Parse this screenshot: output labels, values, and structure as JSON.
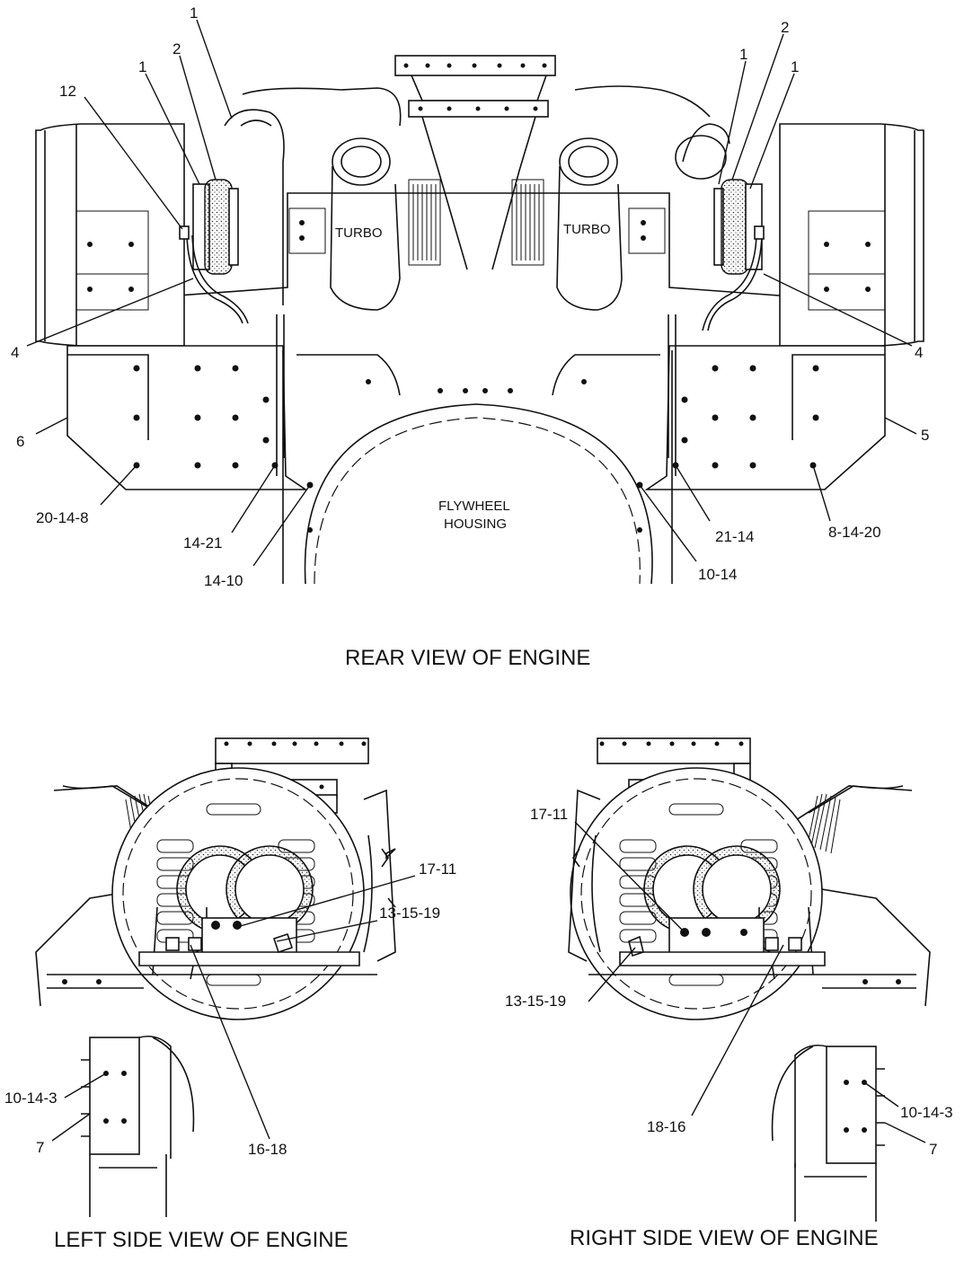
{
  "captions": {
    "rear": "REAR VIEW OF ENGINE",
    "left": "LEFT SIDE VIEW OF ENGINE",
    "right": "RIGHT SIDE VIEW OF ENGINE"
  },
  "inline_labels": {
    "turbo_left": "TURBO",
    "turbo_right": "TURBO",
    "flywheel_line1": "FLYWHEEL",
    "flywheel_line2": "HOUSING"
  },
  "rear_callouts": {
    "c1a": "1",
    "c2a": "2",
    "c1b": "1",
    "c12": "12",
    "c2b": "2",
    "c1c": "1",
    "c1d": "1",
    "c4l": "4",
    "c4r": "4",
    "c6": "6",
    "c5": "5",
    "c20_14_8": "20-14-8",
    "c14_21": "14-21",
    "c14_10": "14-10",
    "c21_14": "21-14",
    "c10_14": "10-14",
    "c8_14_20": "8-14-20"
  },
  "left_callouts": {
    "c17_11": "17-11",
    "c13_15_19": "13-15-19",
    "c10_14_3": "10-14-3",
    "c7": "7",
    "c16_18": "16-18"
  },
  "right_callouts": {
    "c17_11": "17-11",
    "c13_15_19": "13-15-19",
    "c18_16": "18-16",
    "c10_14_3": "10-14-3",
    "c7": "7"
  }
}
